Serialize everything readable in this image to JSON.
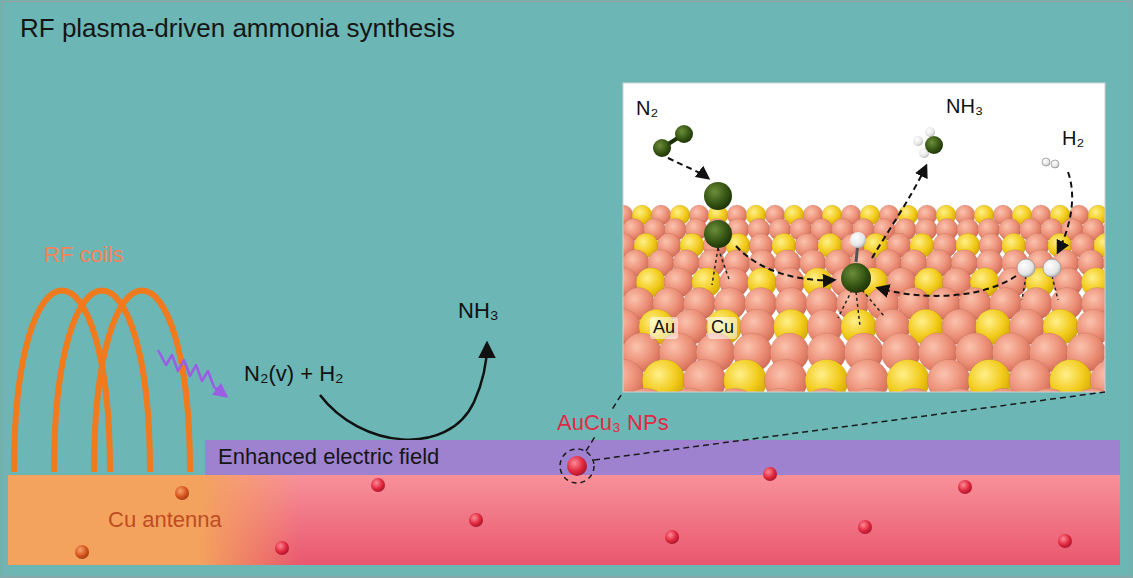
{
  "diagram": {
    "title": "RF plasma-driven ammonia synthesis",
    "nodes": [
      {
        "text": [
          "Cu antenna"
        ]
      },
      {
        "text": [
          "Enhanced electric field"
        ]
      }
    ],
    "labels": [
      "RF coils",
      "N₂(v) + H₂",
      "NH₃",
      "AuCu₃ NPs",
      "N₂",
      "NH₃",
      "H₂",
      "Au",
      "Cu"
    ]
  }
}
